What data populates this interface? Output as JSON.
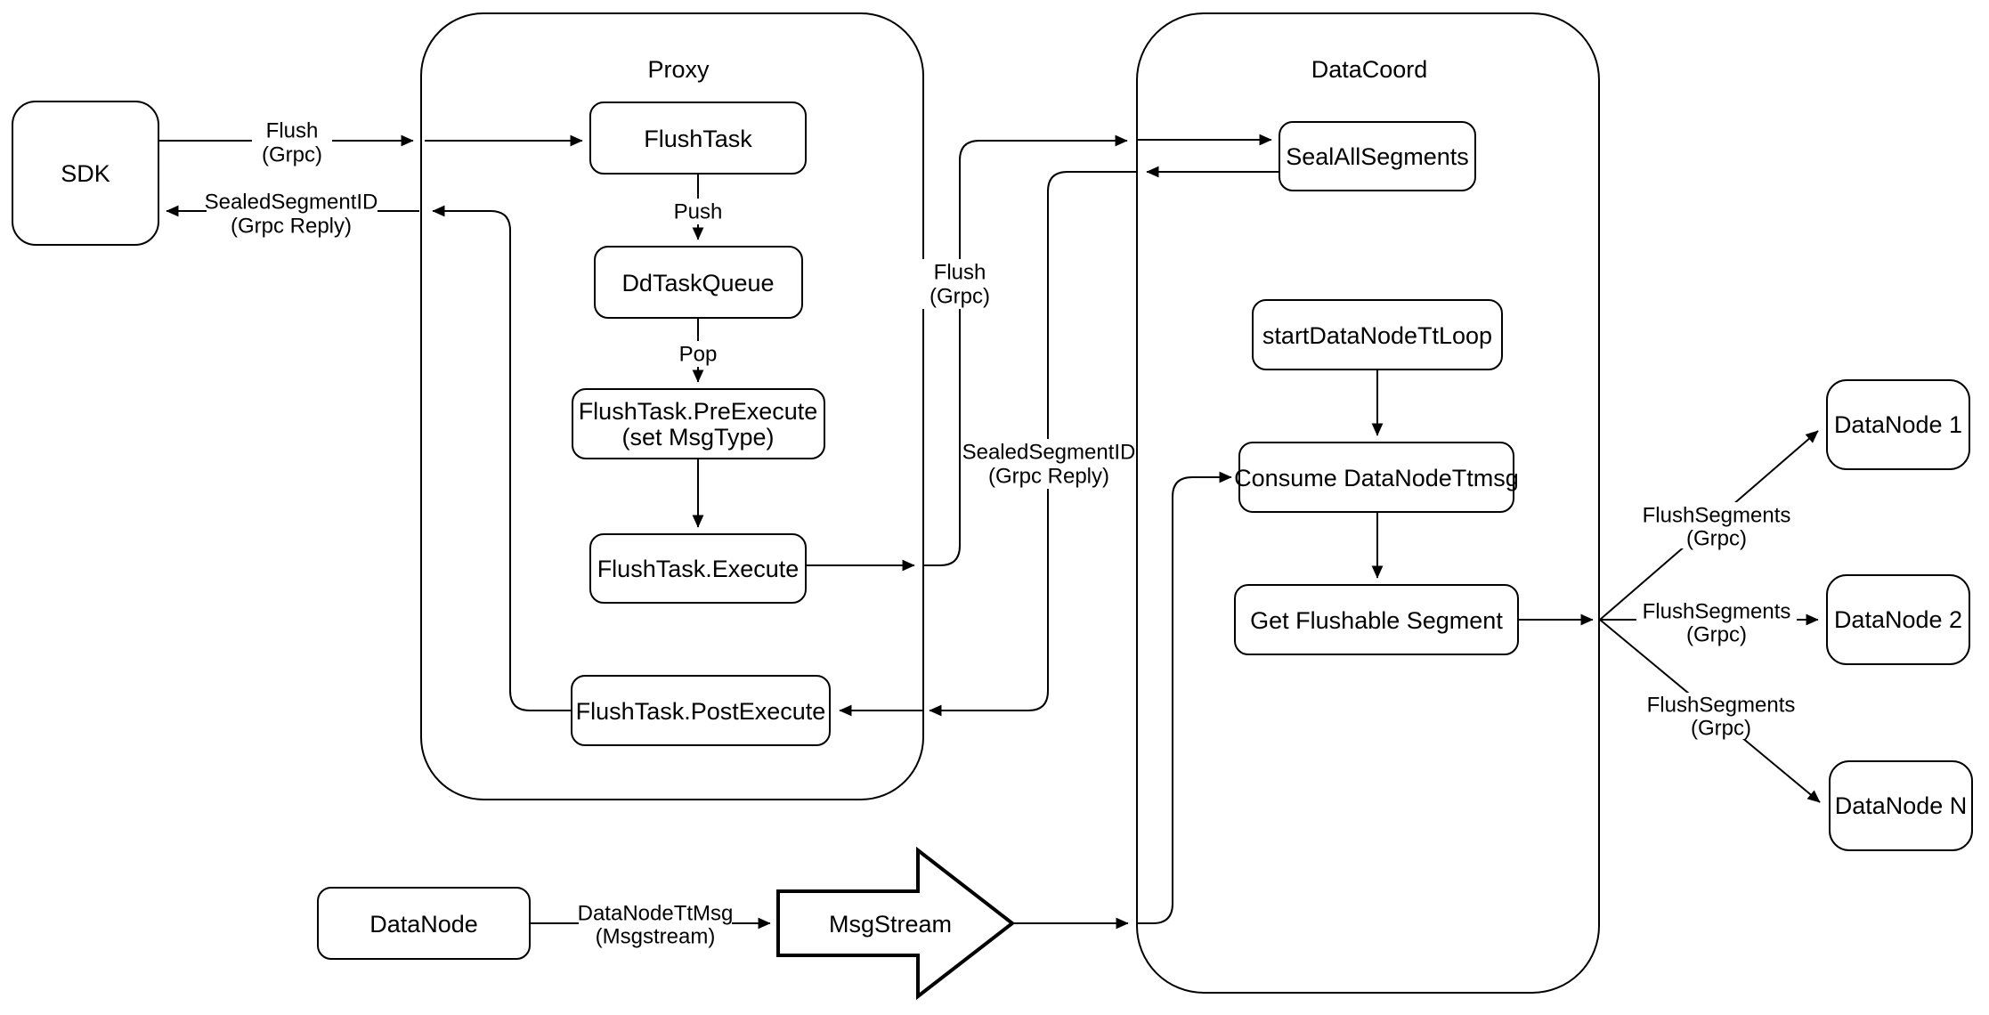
{
  "colors": {
    "stroke": "#000000",
    "fill": "#ffffff",
    "background": "#ffffff"
  },
  "containers": {
    "proxy": {
      "title": "Proxy"
    },
    "datacoord": {
      "title": "DataCoord"
    }
  },
  "nodes": {
    "sdk": "SDK",
    "flush_task": "FlushTask",
    "dd_task_queue": "DdTaskQueue",
    "pre_execute_line1": "FlushTask.PreExecute",
    "pre_execute_line2": "(set MsgType)",
    "execute": "FlushTask.Execute",
    "post_execute": "FlushTask.PostExecute",
    "seal_all_segments": "SealAllSegments",
    "start_datanode_tt_loop": "startDataNodeTtLoop",
    "consume_datanode_ttmsg": "Consume DataNodeTtmsg",
    "get_flushable_segment": "Get Flushable Segment",
    "datanode_1": "DataNode 1",
    "datanode_2": "DataNode 2",
    "datanode_n": "DataNode N",
    "datanode": "DataNode",
    "msgstream": "MsgStream"
  },
  "edge_labels": {
    "sdk_flush": [
      "Flush",
      "(Grpc)"
    ],
    "sdk_reply": [
      "SealedSegmentID",
      "(Grpc Reply)"
    ],
    "push": "Push",
    "pop": "Pop",
    "coord_flush": [
      "Flush",
      "(Grpc)"
    ],
    "coord_reply": [
      "SealedSegmentID",
      "(Grpc Reply)"
    ],
    "datanode_ttmsg": [
      "DataNodeTtMsg",
      "(Msgstream)"
    ],
    "flush_segments_1": [
      "FlushSegments",
      "(Grpc)"
    ],
    "flush_segments_2": [
      "FlushSegments",
      "(Grpc)"
    ],
    "flush_segments_3": [
      "FlushSegments",
      "(Grpc)"
    ]
  }
}
